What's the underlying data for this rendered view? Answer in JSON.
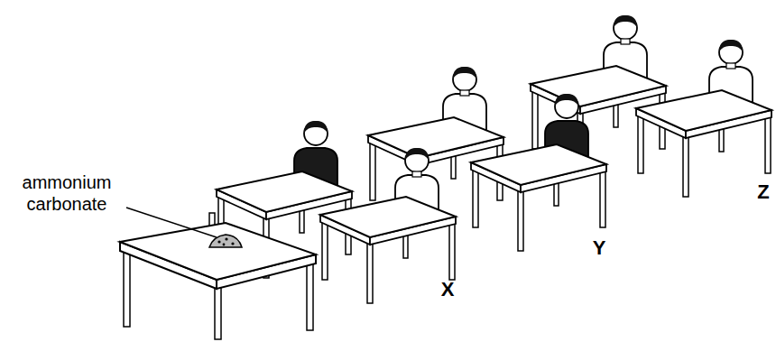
{
  "diagram": {
    "labels": [
      "ammonium carbonate",
      "X",
      "Y",
      "Z"
    ]
  }
}
